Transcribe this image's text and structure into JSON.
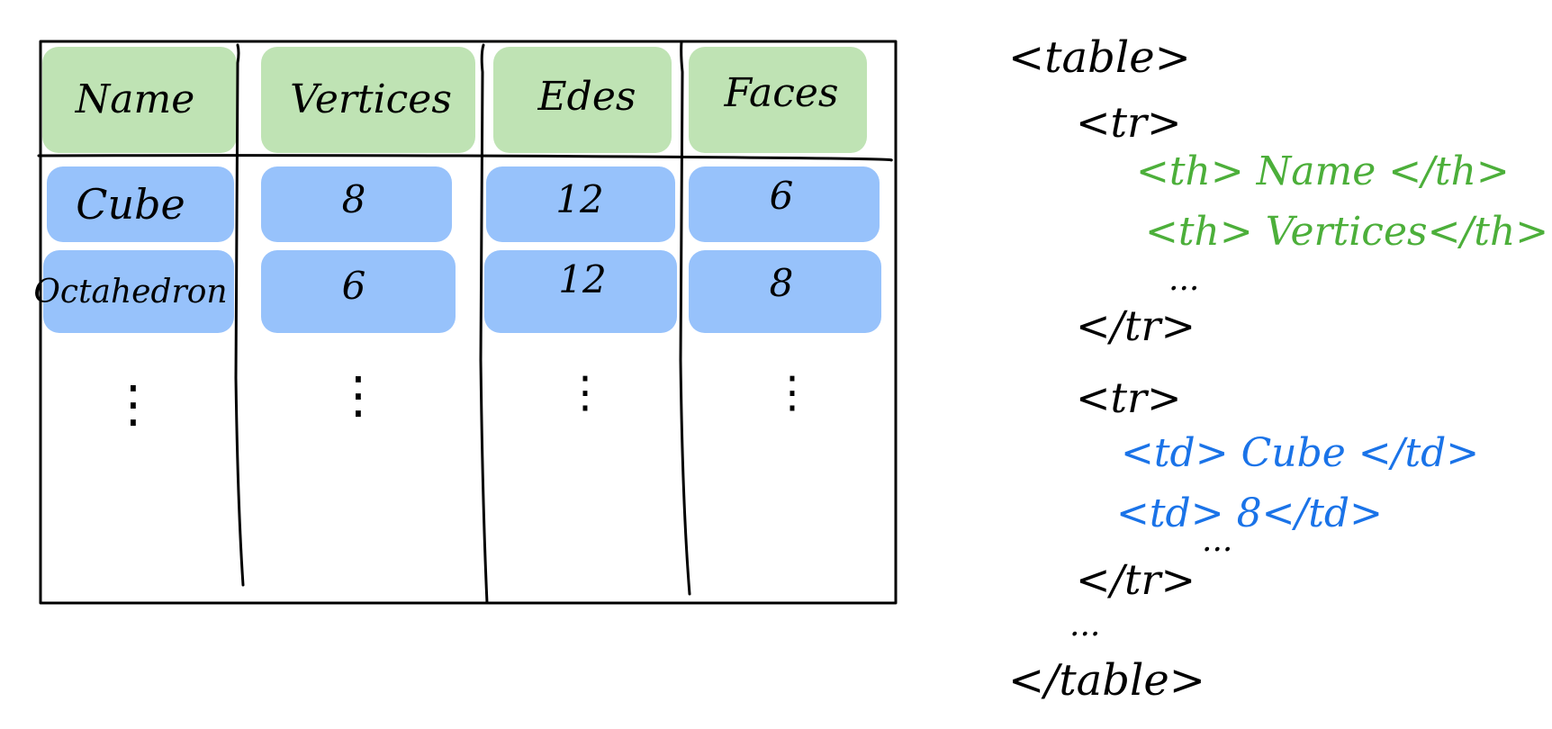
{
  "colors": {
    "header_cell": "#bfe3b4",
    "body_cell": "#97c2fb",
    "ink": "#000000",
    "th_code": "#4caf3a",
    "td_code": "#1a73e8"
  },
  "table": {
    "headers": [
      "Name",
      "Vertices",
      "Edes",
      "Faces"
    ],
    "rows": [
      [
        "Cube",
        "8",
        "12",
        "6"
      ],
      [
        "Octahedron",
        "6",
        "12",
        "8"
      ]
    ],
    "continuation": "⋮"
  },
  "code": {
    "table_open": "<table>",
    "tr_open_1": "<tr>",
    "th_name": "<th> Name </th>",
    "th_vertices": "<th> Vertices</th>",
    "th_more": "...",
    "tr_close_1": "</tr>",
    "tr_open_2": "<tr>",
    "td_cube": "<td> Cube </td>",
    "td_eight": "<td> 8</td>",
    "td_more": "...",
    "tr_close_2": "</tr>",
    "rows_more": "...",
    "table_close": "</table>"
  }
}
